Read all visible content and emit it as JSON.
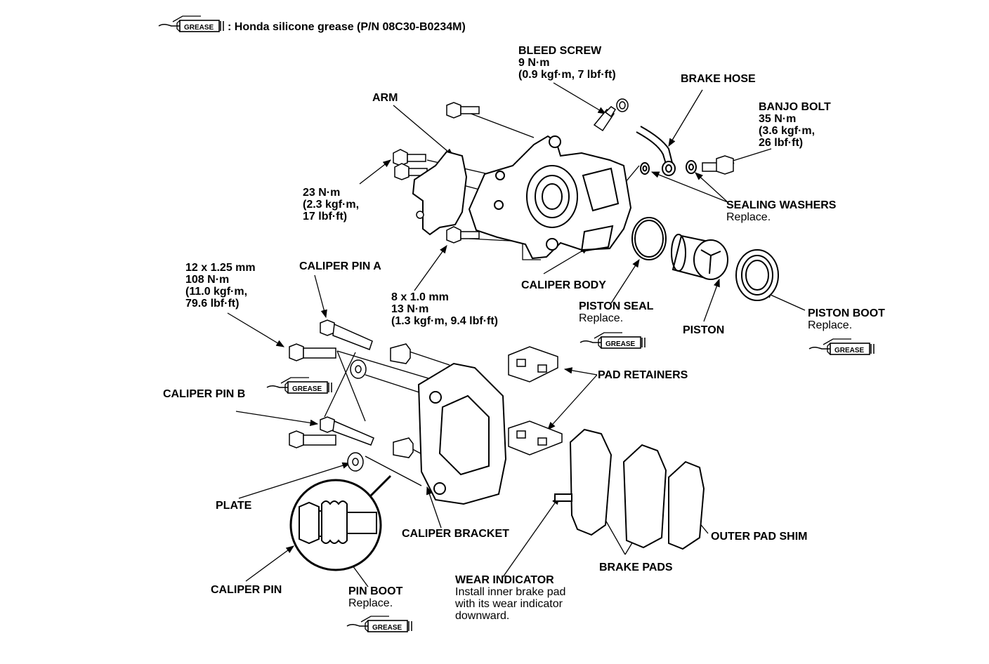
{
  "legend": {
    "badge": "GREASE",
    "text": ": Honda silicone grease (P/N 08C30-B0234M)"
  },
  "labels": {
    "bleed_screw": {
      "title": "BLEED SCREW",
      "torque": "9 N·m",
      "torque_alt": "(0.9 kgf·m, 7 lbf·ft)"
    },
    "brake_hose": "BRAKE HOSE",
    "banjo_bolt": {
      "title": "BANJO BOLT",
      "torque": "35 N·m",
      "alt1": "(3.6 kgf·m,",
      "alt2": "26 lbf·ft)"
    },
    "arm": "ARM",
    "arm_torque": {
      "torque": "23 N·m",
      "alt1": "(2.3 kgf·m,",
      "alt2": "17 lbf·ft)"
    },
    "sealing_washers": {
      "title": "SEALING WASHERS",
      "note": "Replace."
    },
    "pin_bolt_large": {
      "size": "12 x 1.25 mm",
      "torque": "108 N·m",
      "alt1": "(11.0 kgf·m,",
      "alt2": "79.6 lbf·ft)"
    },
    "caliper_pin_a": "CALIPER PIN A",
    "caliper_body": "CALIPER BODY",
    "pin_bolt_small": {
      "size": "8 x 1.0 mm",
      "torque": "13 N·m",
      "alt": "(1.3 kgf·m, 9.4 lbf·ft)"
    },
    "piston_seal": {
      "title": "PISTON SEAL",
      "note": "Replace."
    },
    "piston": "PISTON",
    "piston_boot": {
      "title": "PISTON BOOT",
      "note": "Replace."
    },
    "pad_retainers": "PAD RETAINERS",
    "caliper_pin_b": "CALIPER PIN B",
    "plate": "PLATE",
    "caliper_bracket": "CALIPER BRACKET",
    "outer_pad_shim": "OUTER PAD SHIM",
    "brake_pads": "BRAKE PADS",
    "caliper_pin": "CALIPER PIN",
    "pin_boot": {
      "title": "PIN BOOT",
      "note": "Replace."
    },
    "wear_indicator": {
      "title": "WEAR INDICATOR",
      "line1": "Install inner  brake pad",
      "line2": "with its wear indicator",
      "line3": "downward."
    }
  }
}
